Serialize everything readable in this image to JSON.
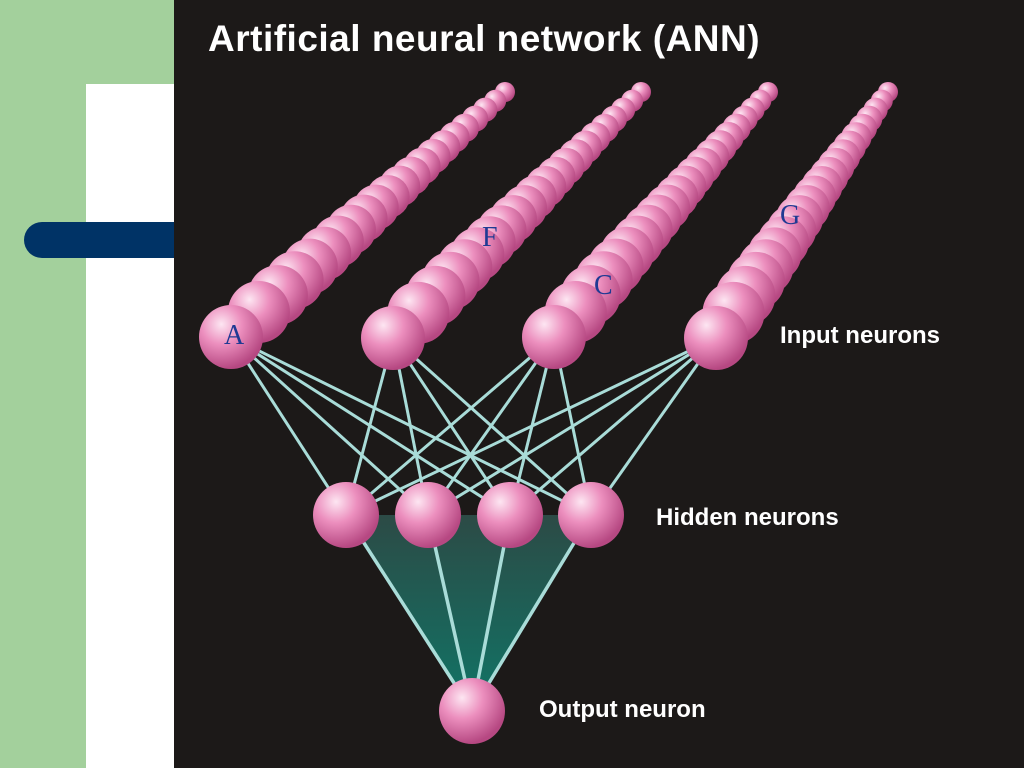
{
  "title": "Artificial neural network (ANN)",
  "labels": {
    "input": "Input neurons",
    "hidden": "Hidden neurons",
    "output": "Output neuron"
  },
  "letters": {
    "a": "A",
    "f": "F",
    "c": "C",
    "g": "G"
  },
  "colors": {
    "background": "#1c1918",
    "neuron": "#e985b8",
    "connection": "#a9dcd8",
    "fill": "#12786a",
    "slide_green": "#a3d09c",
    "slide_navy": "#003366",
    "letter": "#1f3a93"
  }
}
